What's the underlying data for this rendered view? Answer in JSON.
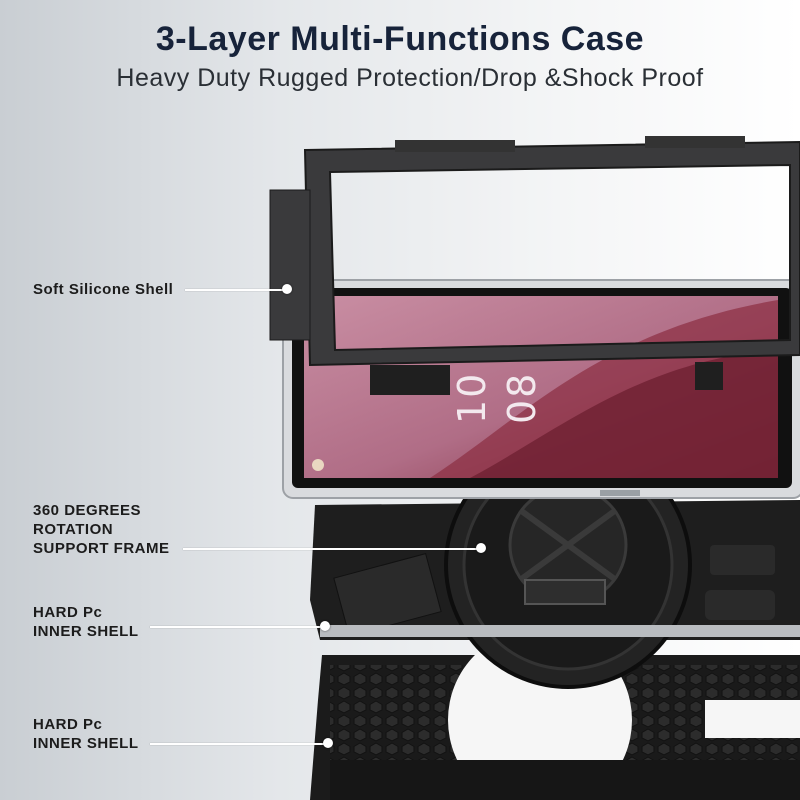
{
  "header": {
    "title": "3-Layer Multi-Functions Case",
    "subtitle": "Heavy Duty Rugged Protection/Drop &Shock Proof"
  },
  "labels": [
    {
      "id": "soft-silicone-shell",
      "lines": [
        "Soft Silicone Shell"
      ]
    },
    {
      "id": "rotation-support-frame",
      "lines": [
        "360 DEGREES",
        "ROTATION",
        "SUPPORT FRAME"
      ]
    },
    {
      "id": "hard-pc-inner-shell-1",
      "lines": [
        "HARD Pc",
        "INNER SHELL"
      ]
    },
    {
      "id": "hard-pc-inner-shell-2",
      "lines": [
        "HARD Pc",
        "INNER SHELL"
      ]
    }
  ],
  "tablet_screen": {
    "hour": "10",
    "minute": "08"
  },
  "colors": {
    "title": "#17233a",
    "case": "#1d1d1f",
    "screen": "#b9788f",
    "accent_white": "#ffffff"
  }
}
